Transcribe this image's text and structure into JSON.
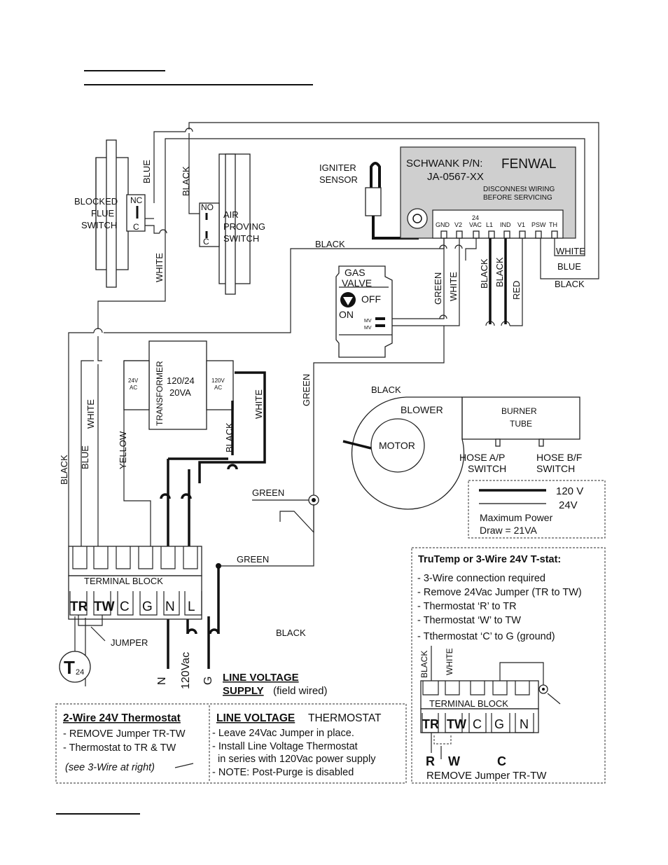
{
  "labels": {
    "blocked_flue_switch": [
      "BLOCKED",
      "FLUE",
      "SWITCH"
    ],
    "nc": "NC",
    "c": "C",
    "no": "NO",
    "air_proving_switch": [
      "AIR",
      "PROVING",
      "SWITCH"
    ],
    "igniter_sensor": [
      "IGNITER",
      "SENSOR"
    ],
    "schwank_pn": "SCHWANK P/N:",
    "part_no": "JA-0567-XX",
    "fenwal": "FENWAL",
    "disconnect": [
      "DISCONNESt WIRING",
      "BEFORE SERVICING"
    ],
    "terminals": [
      "GND",
      "V2",
      "24",
      "VAC",
      "L1",
      "IND",
      "V1",
      "PSW",
      "TH"
    ],
    "gas_valve": [
      "GAS",
      "VALVE"
    ],
    "off": "OFF",
    "on": "ON",
    "mv": "MV",
    "transformer": "TRANSFORMER",
    "transformer_rating": [
      "120/24",
      "20VA"
    ],
    "ac24": [
      "24V",
      "AC"
    ],
    "ac120": [
      "120V",
      "AC"
    ],
    "blower": "BLOWER",
    "motor": "MOTOR",
    "burner_tube": [
      "BURNER",
      "TUBE"
    ],
    "hose_ap": [
      "HOSE A/P",
      "SWITCH"
    ],
    "hose_bf": [
      "HOSE B/F",
      "SWITCH"
    ],
    "terminal_block": "TERMINAL  BLOCK",
    "tb_terminals": [
      "TR",
      "TW",
      "C",
      "G",
      "N",
      "L"
    ],
    "jumper": "JUMPER",
    "t24": "T",
    "t24_sub": "24",
    "n": "N",
    "vac120": "120Vac",
    "g": "G",
    "line_voltage_supply": "LINE VOLTAGE",
    "supply": "SUPPLY",
    "field_wired": "(field wired)",
    "black": "BLACK",
    "blue": "BLUE",
    "white": "WHITE",
    "green": "GREEN",
    "yellow": "YELLOW",
    "red": "RED"
  },
  "legend": {
    "v120": "120 V",
    "v24": "24V",
    "max_power": [
      "Maximum Power",
      "Draw = 21VA"
    ]
  },
  "trutemp": {
    "title": "TruTemp or 3-Wire 24V T-stat:",
    "lines": [
      "- 3-Wire connection required",
      "- Remove 24Vac Jumper (TR to TW)",
      "- Thermostat ‘R’ to TR",
      "- Thermostat ‘W’ to TW",
      "- Tthermostat ‘C’ to G (ground)"
    ],
    "terminal_block": "TERMINAL  BLOCK",
    "terminals": [
      "TR",
      "TW",
      "C",
      "G",
      "N"
    ],
    "r": "R",
    "w": "W",
    "c": "C",
    "remove": "REMOVE Jumper TR-TW",
    "black": "BLACK",
    "white": "WHITE"
  },
  "two_wire": {
    "title": "2-Wire 24V Thermostat",
    "lines": [
      "- REMOVE Jumper TR-TW",
      "- Thermostat to TR & TW"
    ],
    "see": "(see 3-Wire at right)"
  },
  "line_tstat": {
    "title_u": "LINE VOLTAGE",
    "title_rest": " THERMOSTAT",
    "lines": [
      "- Leave 24Vac Jumper in place.",
      "- Install Line Voltage Thermostat",
      "  in series with 120Vac power supply",
      "- NOTE: Post-Purge is disabled"
    ]
  }
}
